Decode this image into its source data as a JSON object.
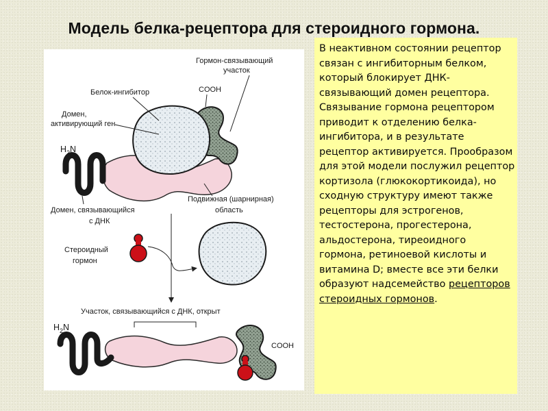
{
  "slide": {
    "title": "Модель белка-рецептора для стероидного гормона."
  },
  "diagram": {
    "labels": {
      "hormone_binding_site": [
        "Гормон-связывающий",
        "участок"
      ],
      "cooh_top": "COOH",
      "inhibitor_protein": "Белок-ингибитор",
      "gene_activating_domain": [
        "Домен,",
        "активирующий ген"
      ],
      "h2n_top": [
        "H",
        "2",
        "N"
      ],
      "hinge_region": [
        "Подвижная (шарнирная)",
        "область"
      ],
      "dna_binding_domain": [
        "Домен, связывающийся",
        "с ДНК"
      ],
      "steroid_hormone": [
        "Стероидный",
        "гормон"
      ],
      "dna_site_open": "Участок, связывающийся с ДНК, открыт",
      "h2n_bottom": [
        "H",
        "2",
        "N"
      ],
      "cooh_bottom": "COOH"
    }
  },
  "description": {
    "text_before_link": "В неактивном состоянии рецептор связан с ингибиторным белком, который блокирует ДНК-связывающий домен рецептора. Связывание гормона рецептором приводит к отделению белка-ингибитора, и в результате рецептор активируется. Прообразом для этой модели послужил рецептор кортизола (глюкокортикоида), но сходную структуру имеют также рецепторы для эстрогенов, тестостерона, прогестерона, альдостерона, тиреоидного гормона, ретиноевой кислоты и витамина D; вместе все эти белки образуют надсемейство ",
    "link_text": "рецепторов стероидных гормонов",
    "text_after_link": "."
  },
  "colors": {
    "hormone_red": "#cc1018",
    "hinge_pink": "#f5d4dc",
    "inhibitor_fill": "#e6edf1",
    "ligand_domain_fill": "#8c9c8c",
    "text_panel_bg": "#ffffa0"
  }
}
